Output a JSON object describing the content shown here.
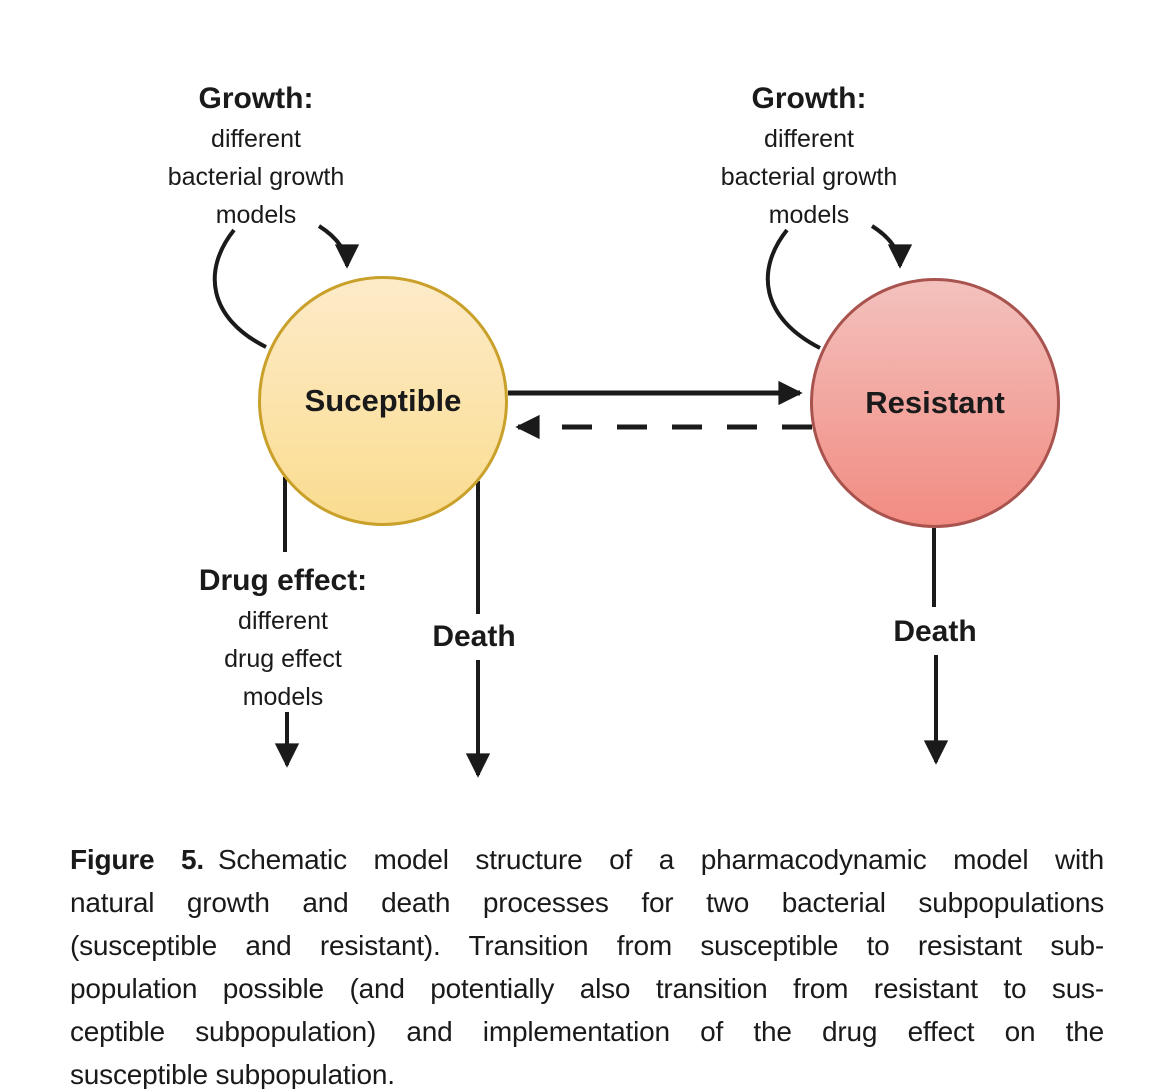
{
  "diagram": {
    "nodes": {
      "susceptible": "Suceptible",
      "resistant": "Resistant"
    },
    "growth_susceptible": {
      "title": "Growth:",
      "lines": [
        "different",
        "bacterial growth",
        "models"
      ]
    },
    "growth_resistant": {
      "title": "Growth:",
      "lines": [
        "different",
        "bacterial growth",
        "models"
      ]
    },
    "drug_effect": {
      "title": "Drug effect:",
      "lines": [
        "different",
        "drug effect",
        "models"
      ]
    },
    "death_susceptible": "Death",
    "death_resistant": "Death",
    "colors": {
      "ink": "#1a1a1a",
      "susceptible_top": "#fdebc9",
      "susceptible_bottom": "#fadc8f",
      "susceptible_border": "#c8a02a",
      "resistant_top": "#f3c1bd",
      "resistant_bottom": "#f28c82",
      "resistant_border": "#a9534f"
    }
  },
  "caption": {
    "figure_label": "Figure 5.",
    "lines": [
      "Schematic model structure of a pharmacodynamic model with",
      "natural growth and death processes for two bacterial subpopulations",
      "(susceptible and resistant). Transition from susceptible to resistant sub-",
      "population possible (and potentially also transition from resistant to sus-",
      "ceptible subpopulation) and implementation of the drug effect on the",
      "susceptible subpopulation."
    ]
  }
}
